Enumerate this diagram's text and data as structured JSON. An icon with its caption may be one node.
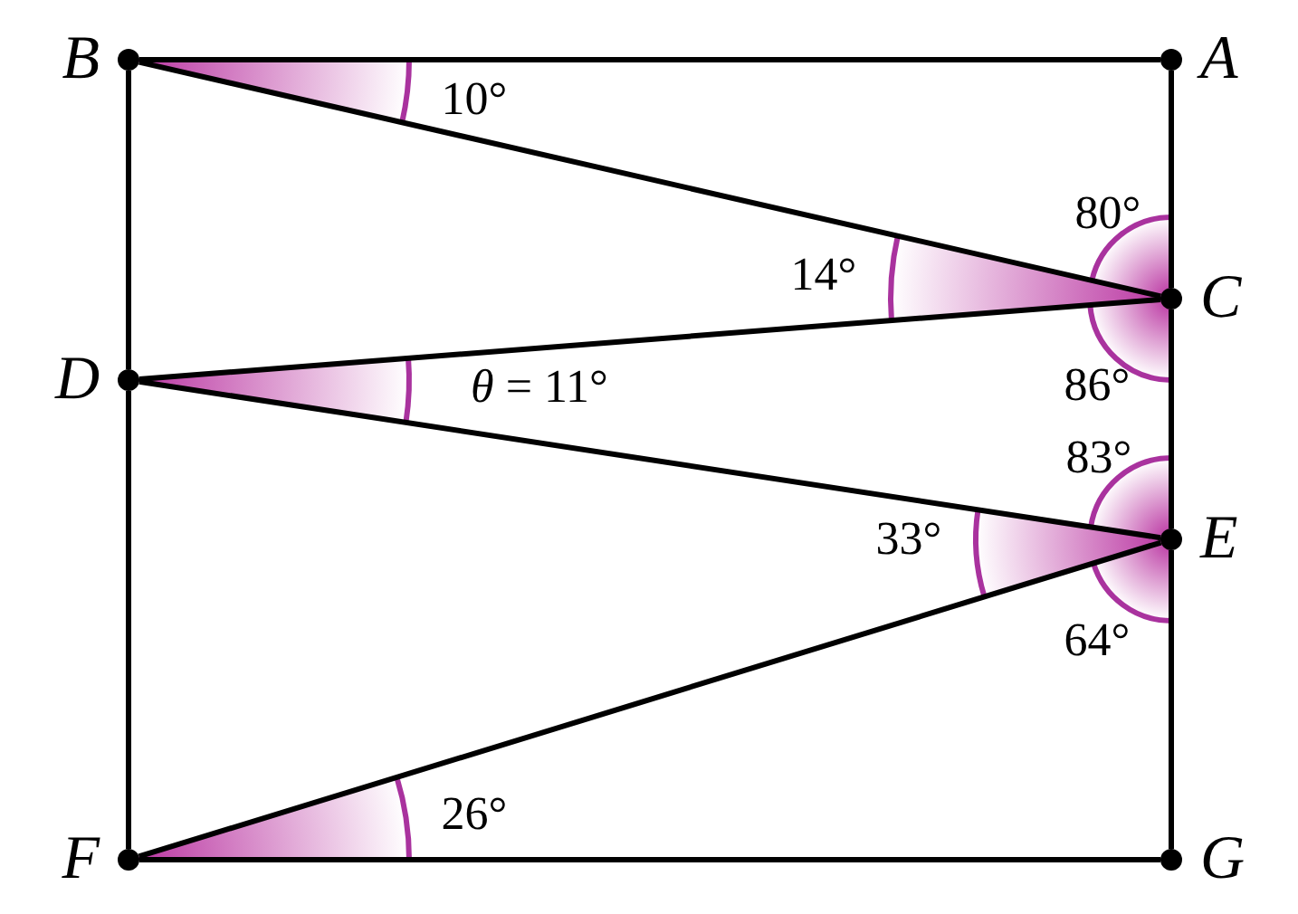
{
  "diagram": {
    "nodes": [
      {
        "text": [
          "B"
        ]
      },
      {
        "text": [
          "A"
        ]
      },
      {
        "text": [
          "C"
        ]
      },
      {
        "text": [
          "D"
        ]
      },
      {
        "text": [
          "E"
        ]
      },
      {
        "text": [
          "F"
        ]
      },
      {
        "text": [
          "G"
        ]
      }
    ],
    "edges": [
      {
        "from": 0,
        "to": 1,
        "arrow": "none"
      },
      {
        "from": 1,
        "to": 2,
        "arrow": "none"
      },
      {
        "from": 2,
        "to": 4,
        "arrow": "none"
      },
      {
        "from": 4,
        "to": 6,
        "arrow": "none"
      },
      {
        "from": 6,
        "to": 5,
        "arrow": "none"
      },
      {
        "from": 5,
        "to": 3,
        "arrow": "none"
      },
      {
        "from": 3,
        "to": 0,
        "arrow": "none"
      },
      {
        "from": 0,
        "to": 2,
        "arrow": "none"
      },
      {
        "from": 2,
        "to": 3,
        "arrow": "none"
      },
      {
        "from": 3,
        "to": 4,
        "arrow": "none"
      },
      {
        "from": 4,
        "to": 5,
        "arrow": "none"
      }
    ],
    "labels": [
      "10°",
      "80°",
      "14°",
      "86°",
      "*θ* = 11°",
      "83°",
      "33°",
      "64°",
      "26°"
    ]
  }
}
